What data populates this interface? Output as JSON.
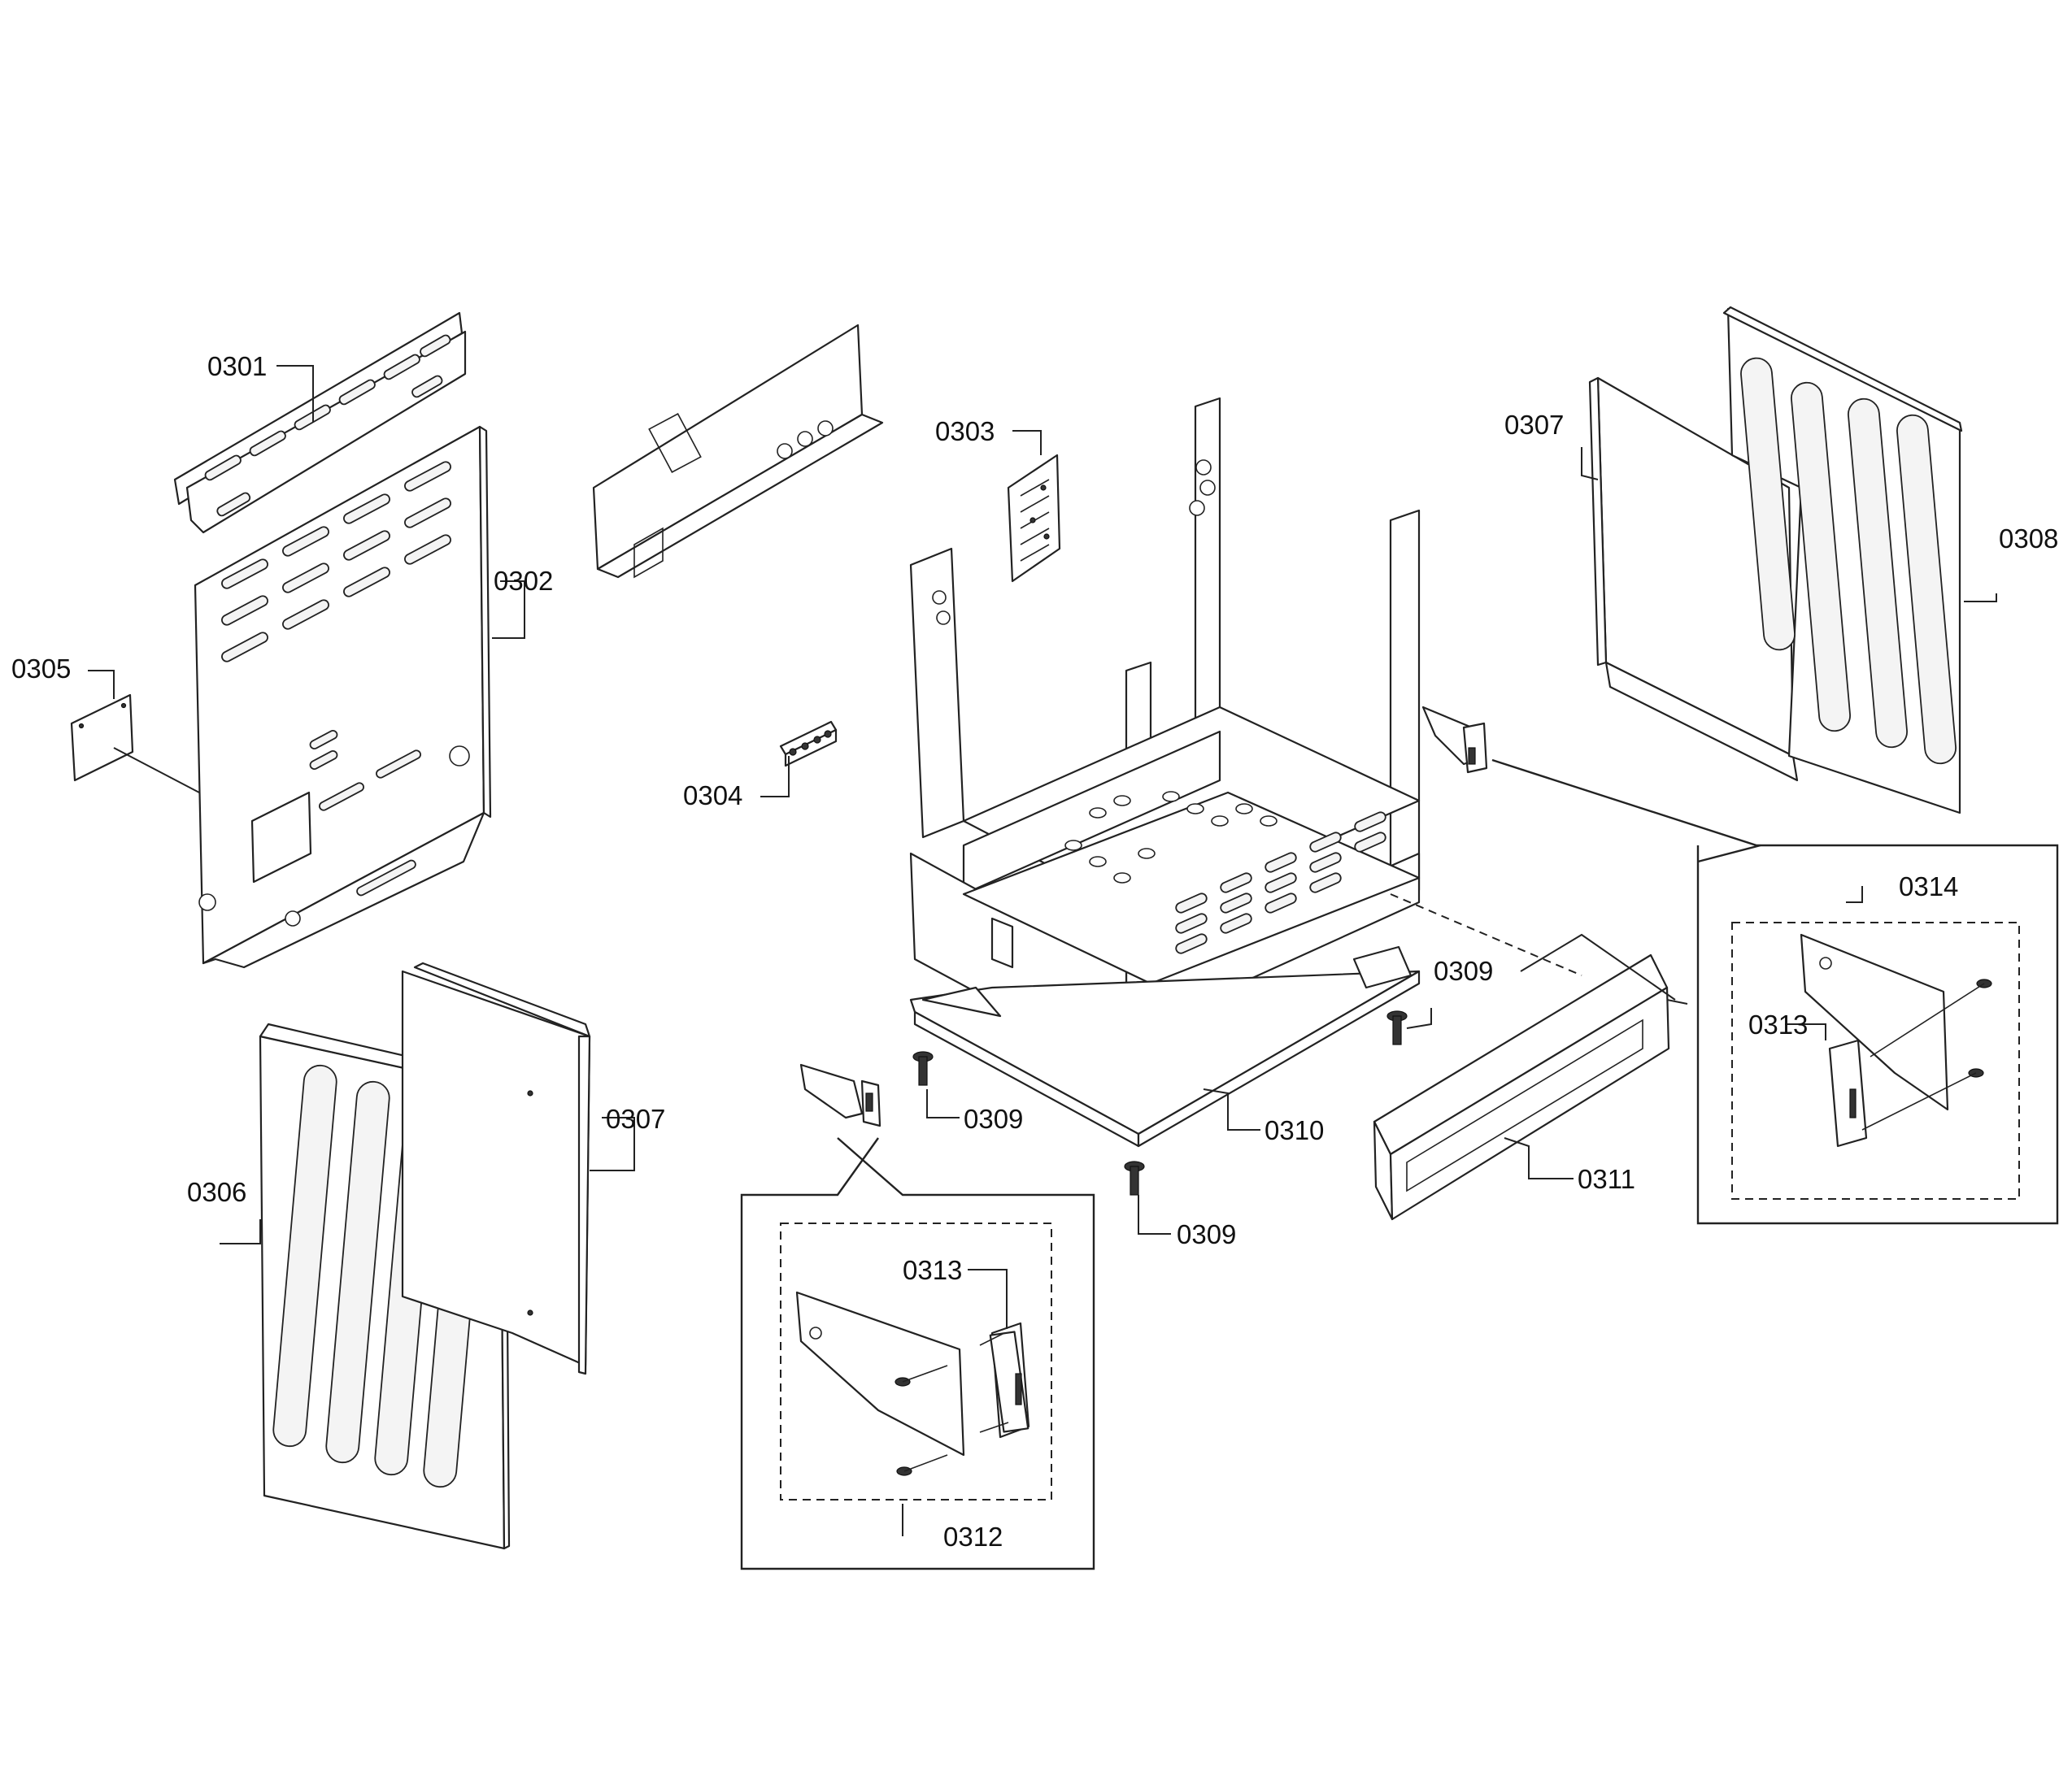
{
  "labels": {
    "p0301": "0301",
    "p0302": "0302",
    "p0303": "0303",
    "p0304": "0304",
    "p0305": "0305",
    "p0306": "0306",
    "p0307_left": "0307",
    "p0307_right": "0307",
    "p0308": "0308",
    "p0309_a": "0309",
    "p0309_b": "0309",
    "p0309_c": "0309",
    "p0310": "0310",
    "p0311": "0311",
    "p0312": "0312",
    "p0313_left": "0313",
    "p0313_right": "0313",
    "p0314": "0314"
  }
}
